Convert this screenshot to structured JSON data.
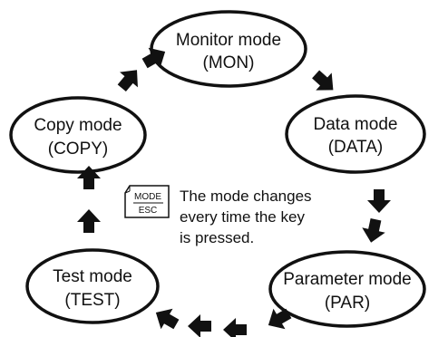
{
  "modes": {
    "monitor": {
      "name": "Monitor mode",
      "code": "(MON)"
    },
    "data": {
      "name": "Data mode",
      "code": "(DATA)"
    },
    "parameter": {
      "name": "Parameter mode",
      "code": "(PAR)"
    },
    "test": {
      "name": "Test mode",
      "code": "(TEST)"
    },
    "copy": {
      "name": "Copy mode",
      "code": "(COPY)"
    }
  },
  "key": {
    "top": "MODE",
    "bottom": "ESC"
  },
  "note": {
    "line1": "The mode changes",
    "line2": "every time the key",
    "line3": "is pressed."
  },
  "colors": {
    "stroke": "#111111",
    "arrow": "#111111",
    "background": "#ffffff"
  },
  "icons": [
    "mode-esc-key-icon",
    "arrow-icon"
  ]
}
